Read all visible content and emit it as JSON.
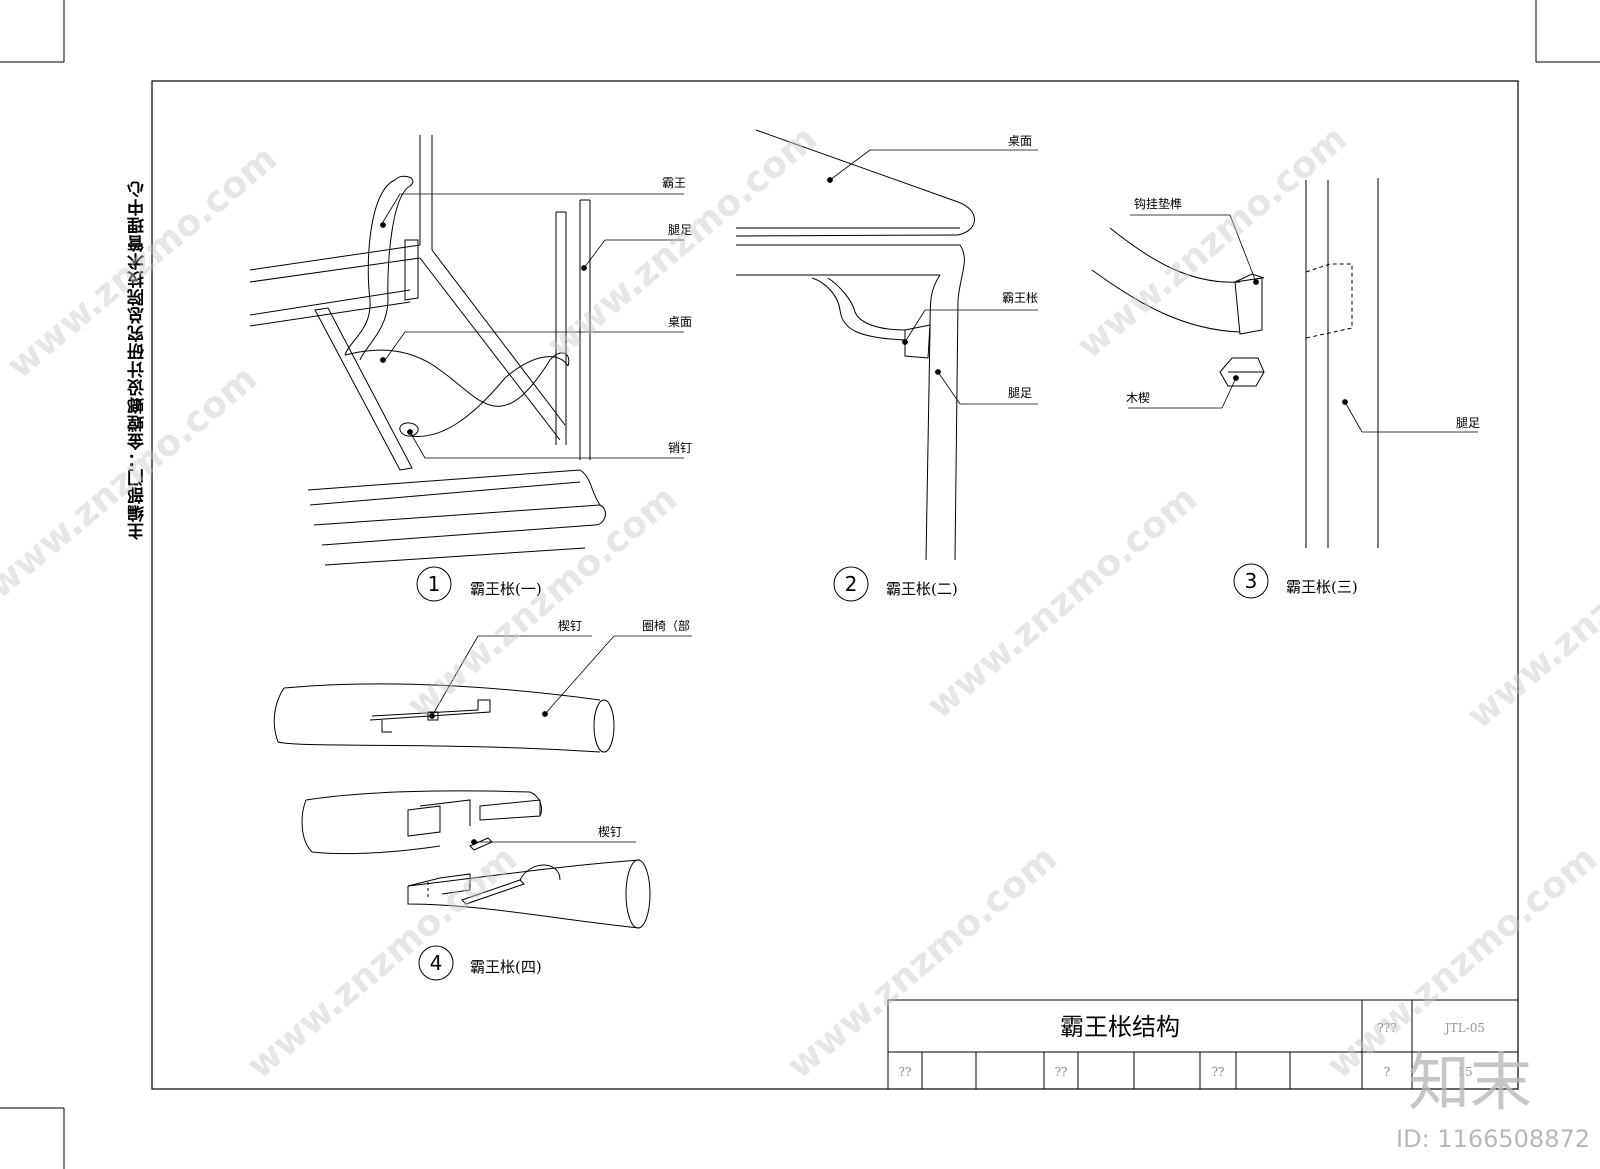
{
  "side_title": "主编部门：金螳螂设计研究总院技术管理中心",
  "title_block": {
    "title": "霸王枨结构",
    "label_top_right": "???",
    "code": "JTL-05",
    "cells_bottom": [
      "??",
      "??",
      "??",
      "?"
    ],
    "page": "15"
  },
  "figures": [
    {
      "number": "1",
      "caption": "霸王枨(一)"
    },
    {
      "number": "2",
      "caption": "霸王枨(二)"
    },
    {
      "number": "3",
      "caption": "霸王枨(三)"
    },
    {
      "number": "4",
      "caption": "霸王枨(四)"
    }
  ],
  "labels": {
    "fig1_bawang": "霸王",
    "fig1_tuizu": "腿足",
    "fig1_zhuomian": "桌面",
    "fig1_xiao": "销钉",
    "fig2_zhuomian": "桌面",
    "fig2_bawangcheng": "霸王枨",
    "fig2_tuizu": "腿足",
    "fig3_gouguadiansun": "钩挂垫榫",
    "fig3_muxie": "木楔",
    "fig3_tuizu": "腿足",
    "fig4_xieding1": "楔钉",
    "fig4_quanyi": "圈椅（部",
    "fig4_xieding2": "楔钉"
  },
  "watermark": {
    "brand": "知末",
    "url": "www.znzmo.com",
    "id_text": "ID: 1166508872"
  }
}
